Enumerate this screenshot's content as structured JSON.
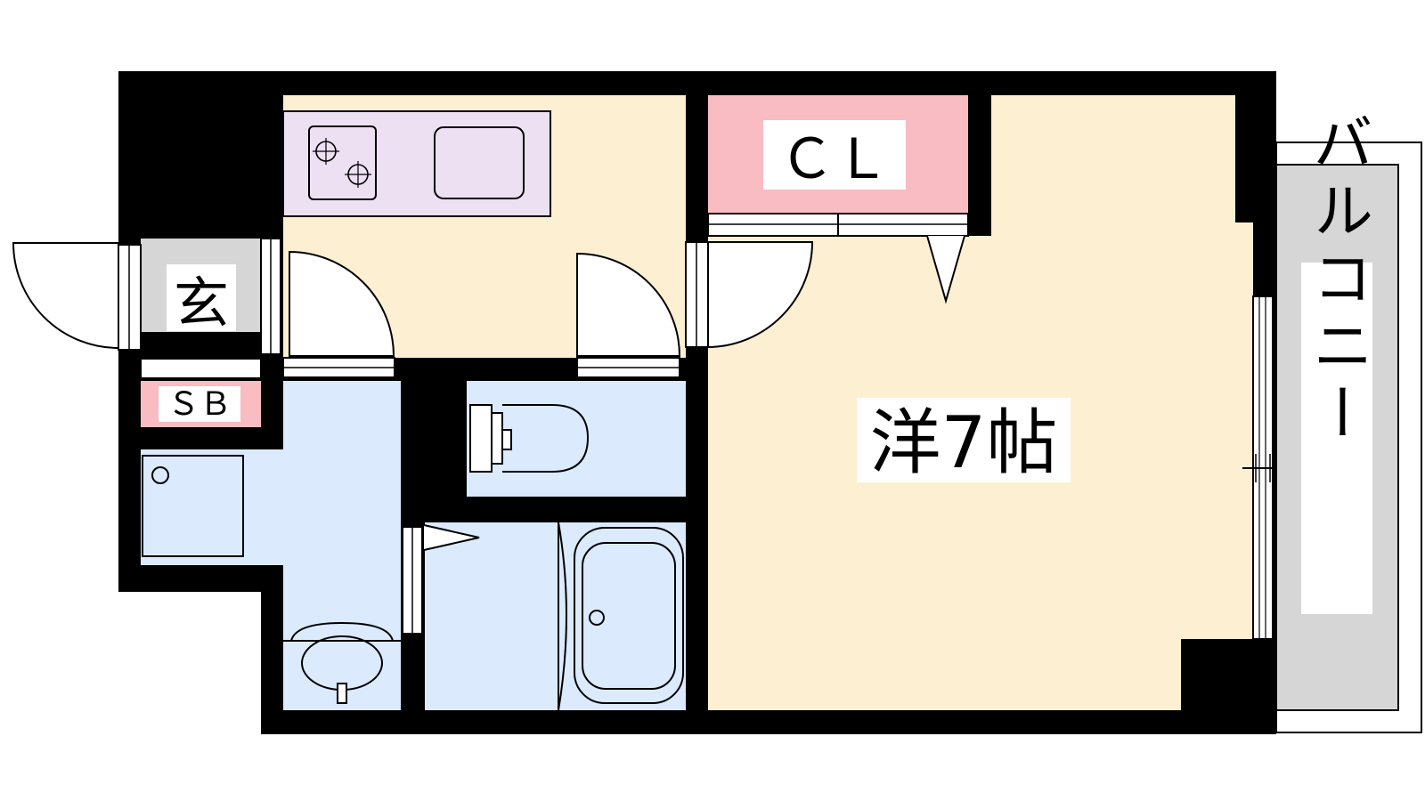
{
  "labels": {
    "closet": "ＣＬ",
    "entrance": "玄",
    "shoe_box": "ＳＢ",
    "western_room": "洋7帖",
    "balcony": "バルコニー"
  },
  "colors": {
    "wall": "#000000",
    "room_floor": "#fdf0d2",
    "kitchen_counter": "#ede0f3",
    "closet": "#f8bcc2",
    "wet_area": "#dbeafd",
    "entrance_floor": "#d6d6d6",
    "balcony": "#d6d6d6",
    "shoe_box": "#f8bcc2"
  },
  "icons": [
    "stove-icon",
    "kitchen-sink-icon",
    "toilet-icon",
    "bathtub-icon",
    "washbasin-icon",
    "washing-machine-pan-icon"
  ]
}
